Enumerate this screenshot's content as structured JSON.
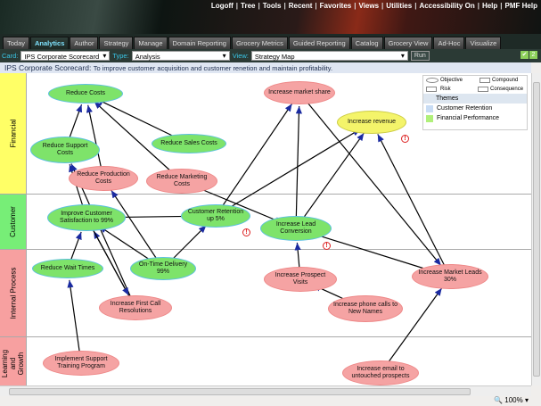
{
  "top_links": [
    "Logoff",
    "Tree",
    "Tools",
    "Recent",
    "Favorites",
    "Views",
    "Utilities",
    "Accessibility On",
    "Help",
    "PMF Help"
  ],
  "tabs": [
    {
      "label": "Today"
    },
    {
      "label": "Analytics",
      "active": true
    },
    {
      "label": "Author"
    },
    {
      "label": "Strategy"
    },
    {
      "label": "Manage"
    },
    {
      "label": "Domain Reporting"
    },
    {
      "label": "Grocery Metrics"
    },
    {
      "label": "Guided Reporting"
    },
    {
      "label": "Catalog"
    },
    {
      "label": "Grocery View"
    },
    {
      "label": "Ad-Hoc"
    },
    {
      "label": "Visualize"
    }
  ],
  "toolbar": {
    "card_label": "Card:",
    "card_value": "IPS Corporate Scorecard",
    "type_label": "Type:",
    "type_value": "Analysis",
    "view_label": "View:",
    "view_value": "Strategy Map",
    "run_label": "Run"
  },
  "title": {
    "name": "IPS Corporate Scorecard:",
    "description": "To improve customer acquisition and customer renetion and maintain profitability."
  },
  "lanes": [
    "Financial",
    "Customer",
    "Internal Process",
    "Learning and Growth"
  ],
  "legend": {
    "objective": "Objective",
    "compound": "Compound",
    "risk": "Risk",
    "consequence": "Consequence",
    "themes_header": "Themes",
    "themes": [
      {
        "label": "Customer Retention",
        "color": "#c8dcf4"
      },
      {
        "label": "Financial Performance",
        "color": "#b0f07a"
      }
    ]
  },
  "nodes": {
    "reduce_costs": "Reduce Costs",
    "reduce_support": "Reduce Support Costs",
    "reduce_production": "Reduce Production Costs",
    "reduce_sales": "Reduce Sales Costs",
    "reduce_marketing": "Reduce Marketing Costs",
    "market_share": "Increase market share",
    "revenue": "Increase revenue",
    "cust_sat": "Improve Customer Satisfaction to 99%",
    "cust_ret": "Customer Retention up 5%",
    "lead_conv": "Increase Lead Conversion",
    "wait_times": "Reduce Wait Times",
    "ontime": "On-Time Delivery 99%",
    "first_call": "Increase First Call Resolutions",
    "prospect_visits": "Increase Prospect Visits",
    "phone_calls": "Increase phone calls to New Names",
    "market_leads": "Increase Market Leads 30%",
    "training": "Implement Support Training Program",
    "email": "Increase email to untouched prospects"
  },
  "edges": [
    [
      "reduce_support",
      "reduce_costs"
    ],
    [
      "reduce_production",
      "reduce_costs"
    ],
    [
      "reduce_marketing",
      "reduce_costs"
    ],
    [
      "reduce_sales",
      "reduce_costs"
    ],
    [
      "cust_sat",
      "reduce_support"
    ],
    [
      "cust_sat",
      "cust_ret"
    ],
    [
      "cust_ret",
      "market_share"
    ],
    [
      "cust_ret",
      "revenue"
    ],
    [
      "lead_conv",
      "revenue"
    ],
    [
      "lead_conv",
      "market_share"
    ],
    [
      "ontime",
      "cust_sat"
    ],
    [
      "ontime",
      "cust_ret"
    ],
    [
      "ontime",
      "reduce_production"
    ],
    [
      "wait_times",
      "cust_sat"
    ],
    [
      "first_call",
      "cust_sat"
    ],
    [
      "first_call",
      "reduce_support"
    ],
    [
      "training",
      "wait_times"
    ],
    [
      "prospect_visits",
      "lead_conv"
    ],
    [
      "phone_calls",
      "prospect_visits"
    ],
    [
      "market_leads",
      "lead_conv"
    ],
    [
      "market_leads",
      "revenue"
    ],
    [
      "email",
      "market_leads"
    ],
    [
      "market_share",
      "market_leads"
    ],
    [
      "reduce_marketing",
      "lead_conv"
    ],
    [
      "cust_sat",
      "first_call"
    ]
  ],
  "warning_symbol": "!",
  "status": {
    "zoom": "100%"
  }
}
